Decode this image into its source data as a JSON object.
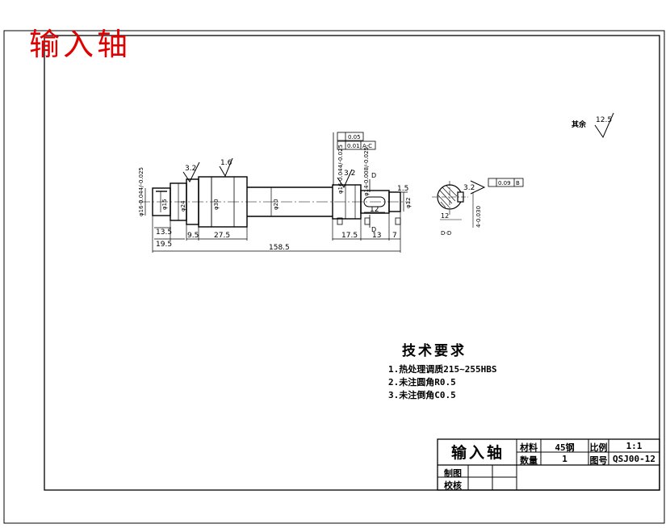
{
  "header": {
    "title": "输入轴"
  },
  "drawing": {
    "roughness": {
      "general": "12.5",
      "rest_label": "其余",
      "marks": [
        "3.2",
        "1.6",
        "3.2",
        "3.2"
      ]
    },
    "geometric_tolerance": {
      "cylindricity": "0.05",
      "runout": "0.01",
      "runout_datum": "A-C",
      "symmetry": "0.09",
      "symmetry_datum": "B"
    },
    "diameters": {
      "left_journal": "φ16-0.044/-0.025",
      "d15": "φ15",
      "d24": "φ24",
      "d30": "φ30",
      "d20": "φ20",
      "right_journal": "φ16-0.044/-0.025",
      "d14": "φ14-0.008/-0.025",
      "d12": "φ12"
    },
    "lengths": {
      "l13_5": "13.5",
      "l19_5": "19.5",
      "l9_5": "9.5",
      "l27_5": "27.5",
      "total": "158.5",
      "l17_5": "17.5",
      "l13": "13",
      "l7": "7",
      "l1_5": "1.5",
      "l12": "12"
    },
    "section": {
      "label": "D-D",
      "cut": "D",
      "depth": "12",
      "key_width": "4-0.030",
      "datum": "B"
    }
  },
  "technical_requirements": {
    "title": "技术要求",
    "notes": [
      "1.热处理调质215~255HBS",
      "2.未注圆角R0.5",
      "3.未注倒角C0.5"
    ]
  },
  "title_block": {
    "part_name": "输入轴",
    "material_label": "材料",
    "material": "45钢",
    "scale_label": "比例",
    "scale": "1:1",
    "quantity_label": "数量",
    "quantity": "1",
    "drawing_no_label": "图号",
    "drawing_no": "QSJ00-12",
    "drawn_label": "制图",
    "checked_label": "校核"
  }
}
